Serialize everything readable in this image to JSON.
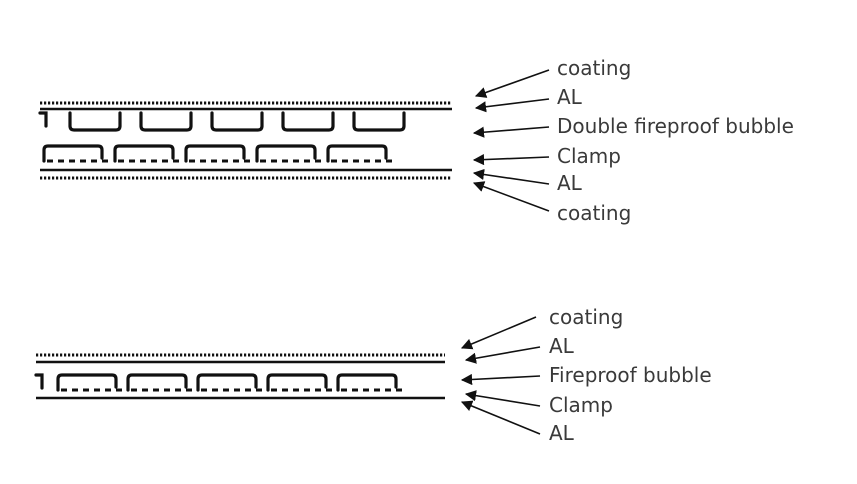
{
  "diagram_top": {
    "labels": [
      "coating",
      "AL",
      "Double fireproof bubble",
      "Clamp",
      "AL",
      "coating"
    ]
  },
  "diagram_bottom": {
    "labels": [
      "coating",
      "AL",
      "Fireproof bubble",
      "Clamp",
      "AL"
    ]
  },
  "colors": {
    "ink": "#111111",
    "label": "#3a3a3a",
    "background": "#ffffff"
  }
}
